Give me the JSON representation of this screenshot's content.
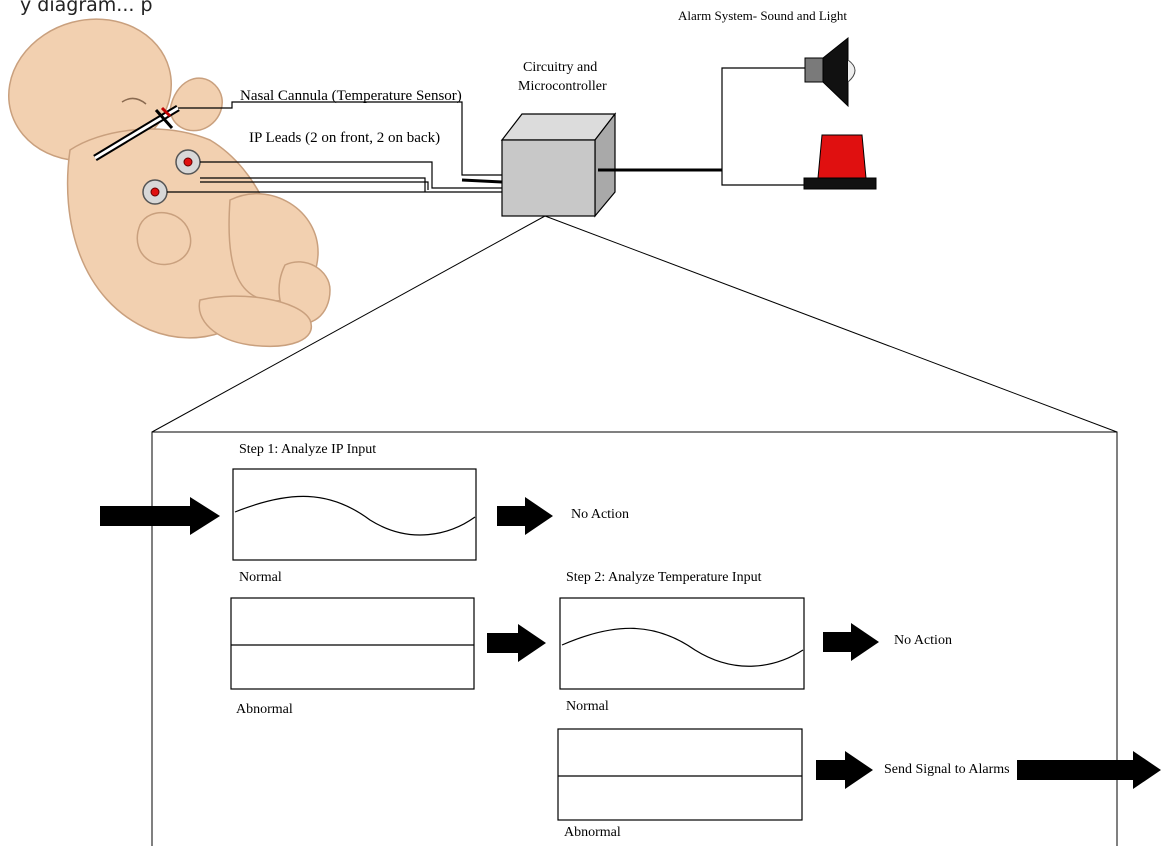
{
  "top_clipped_text": "y diagram... p",
  "labels": {
    "alarm_system": "Alarm System- Sound and Light",
    "circuitry_line1": "Circuitry and",
    "circuitry_line2": "Microcontroller",
    "nasal_cannula": "Nasal Cannula (Temperature Sensor)",
    "ip_leads": "IP Leads (2 on front, 2 on back)",
    "step1": "Step 1: Analyze IP Input",
    "step1_normal": "Normal",
    "step1_abnormal": "Abnormal",
    "step1_no_action": "No Action",
    "step2": "Step 2: Analyze Temperature Input",
    "step2_normal": "Normal",
    "step2_abnormal": "Abnormal",
    "step2_no_action": "No Action",
    "send_signal": "Send Signal to Alarms"
  },
  "colors": {
    "skin": "#f2d0b0",
    "skin_outline": "#c9a07e",
    "box": "#c8c8c8",
    "alarm_light": "#e01010",
    "speaker": "#7a7a7a"
  }
}
